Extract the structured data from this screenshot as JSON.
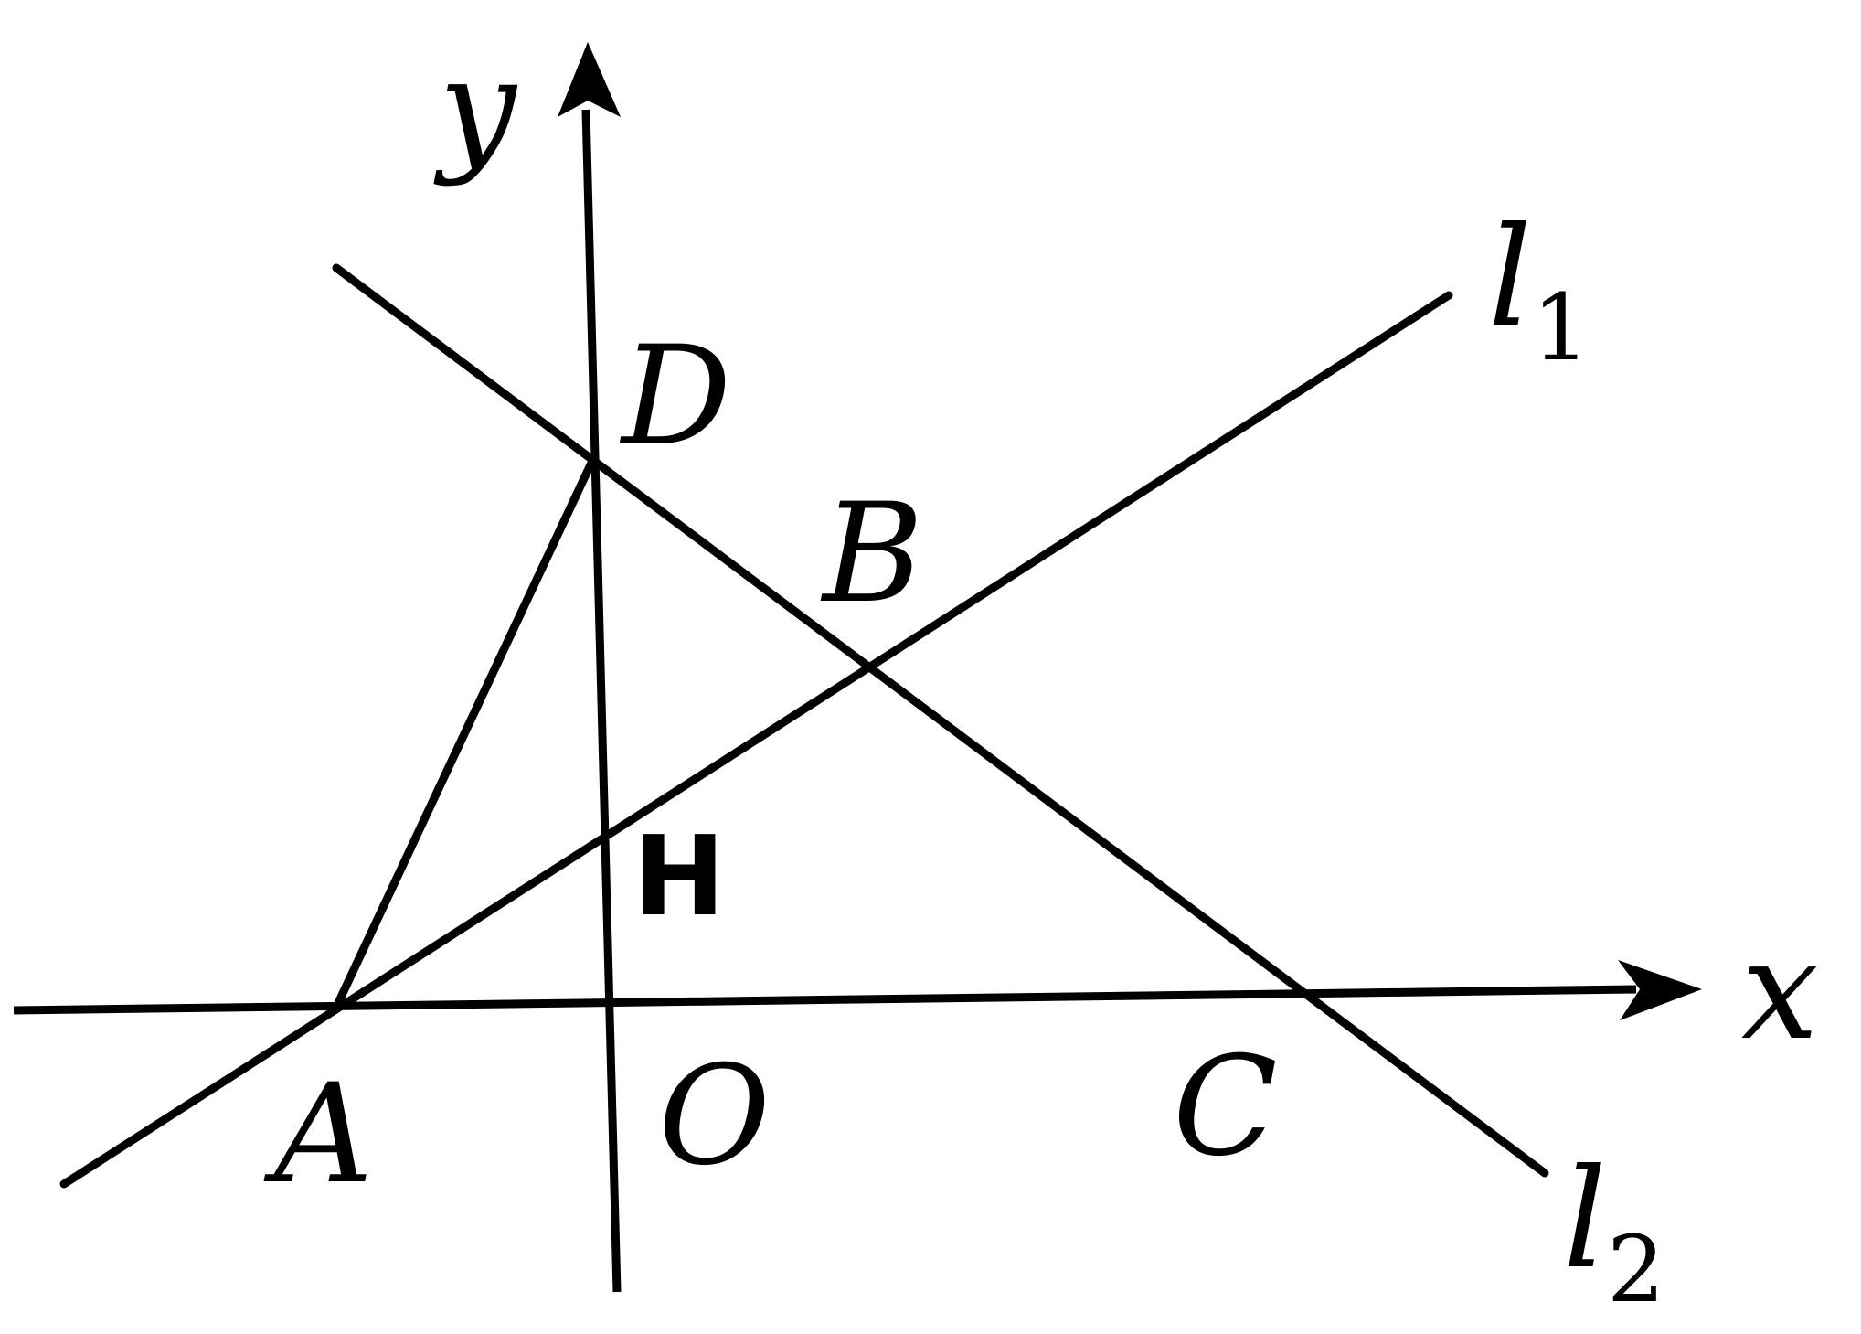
{
  "points": {
    "A": "A",
    "B": "B",
    "C": "C",
    "D": "D",
    "O": "O",
    "H": "H"
  },
  "axes": {
    "x": "x",
    "y": "y"
  },
  "lines": {
    "l1": {
      "letter": "l",
      "subscript": "1"
    },
    "l2": {
      "letter": "l",
      "subscript": "2"
    }
  }
}
